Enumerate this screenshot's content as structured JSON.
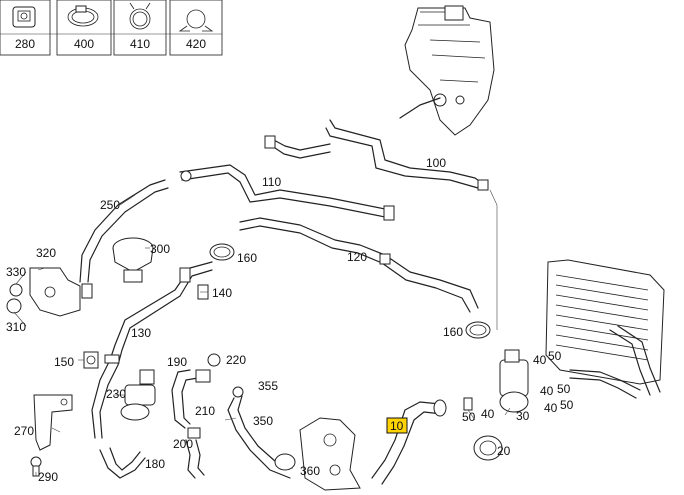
{
  "legend": [
    {
      "code": "280",
      "icon": "clip-280-icon"
    },
    {
      "code": "400",
      "icon": "hose-clamp-400-icon"
    },
    {
      "code": "410",
      "icon": "spring-clamp-410-icon"
    },
    {
      "code": "420",
      "icon": "p-clamp-420-icon"
    }
  ],
  "callouts": {
    "c10": "10",
    "c20": "20",
    "c30": "30",
    "c40a": "40",
    "c40b": "40",
    "c40c": "40",
    "c50a": "50",
    "c50b": "50",
    "c50c": "50",
    "c100": "100",
    "c110": "110",
    "c120": "120",
    "c130": "130",
    "c140": "140",
    "c150": "150",
    "c160a": "160",
    "c160b": "160",
    "c180": "180",
    "c190": "190",
    "c200": "200",
    "c210": "210",
    "c220": "220",
    "c230": "230",
    "c250": "250",
    "c270": "270",
    "c290": "290",
    "c300": "300",
    "c310": "310",
    "c320": "320",
    "c330": "330",
    "c350": "350",
    "c355": "355",
    "c360": "360"
  },
  "highlight": {
    "code": "10",
    "color": "#ffd400"
  }
}
